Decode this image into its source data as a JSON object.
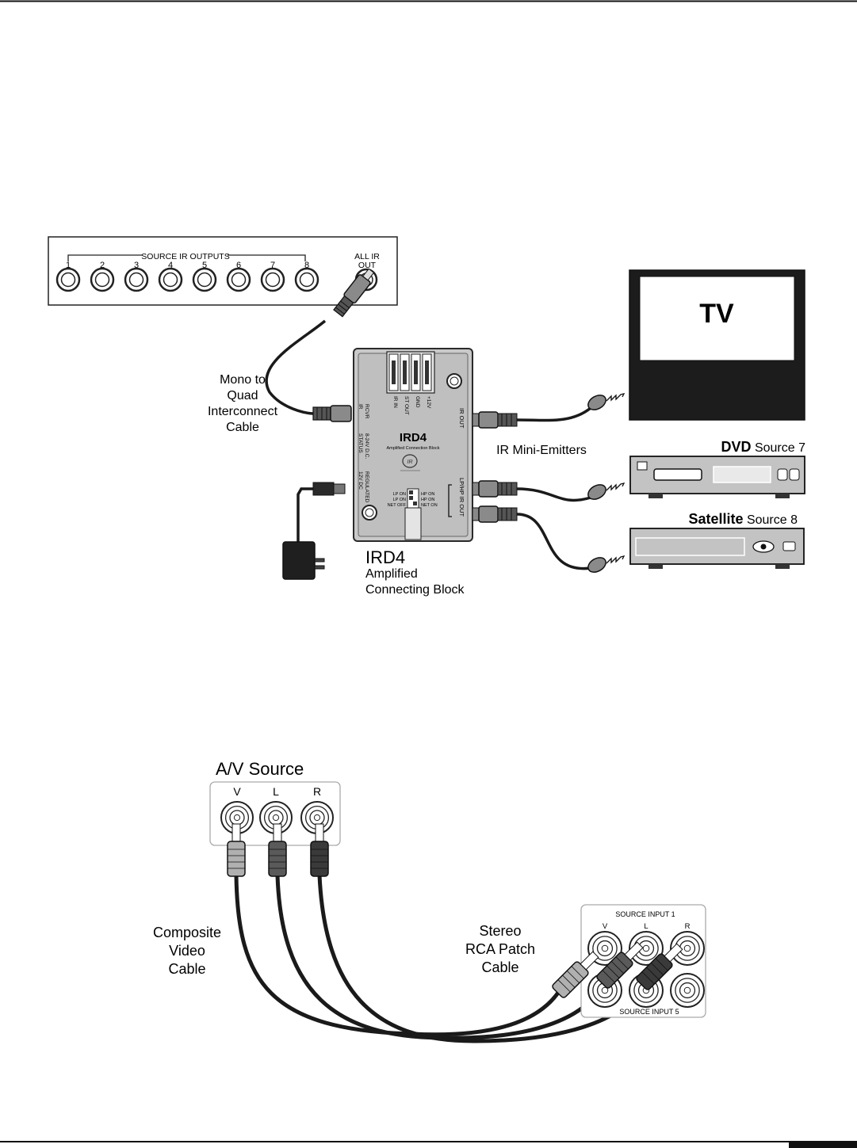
{
  "ir_panel": {
    "header": "SOURCE IR OUTPUTS",
    "jack_numbers": [
      "1",
      "2",
      "3",
      "4",
      "5",
      "6",
      "7",
      "8"
    ],
    "all_ir_line1": "ALL IR",
    "all_ir_line2": "OUT"
  },
  "tv": {
    "label": "TV"
  },
  "dvd": {
    "name": "DVD",
    "source": "Source 7"
  },
  "satellite": {
    "name": "Satellite",
    "source": "Source 8"
  },
  "mono_cable": {
    "lines": [
      "Mono to",
      "Quad",
      "Interconnect",
      "Cable"
    ]
  },
  "emitters": {
    "label": "IR Mini-Emitters"
  },
  "ird4_box": {
    "logo": "IRD4",
    "subtitle": "Amplified Connection Block",
    "terminals": [
      "IR IN",
      "ST OUT",
      "GND",
      "+12V"
    ],
    "ir_out": "IR OUT",
    "lp_hp_ir_out": "LP/HP IR OUT",
    "ir_rcvr": [
      "IR",
      "RCVR"
    ],
    "status": [
      "STATUS",
      "8-24V D.C."
    ],
    "dc": [
      "12V DC",
      "REGULATED"
    ],
    "dip_left": [
      "LP ON",
      "LP ON",
      "NET OFF"
    ],
    "dip_right": [
      "HP ON",
      "HP ON",
      "NET ON"
    ]
  },
  "ird4_caption": {
    "title": "IRD4",
    "line1": "Amplified",
    "line2": "Connecting Block"
  },
  "av_source": {
    "title": "A/V Source",
    "jacks": [
      "V",
      "L",
      "R"
    ]
  },
  "composite": {
    "lines": [
      "Composite",
      "Video",
      "Cable"
    ]
  },
  "stereo": {
    "lines": [
      "Stereo",
      "RCA Patch",
      "Cable"
    ]
  },
  "source_input": {
    "top": "SOURCE INPUT 1",
    "bottom": "SOURCE INPUT 5",
    "jacks": [
      "V",
      "L",
      "R"
    ]
  }
}
